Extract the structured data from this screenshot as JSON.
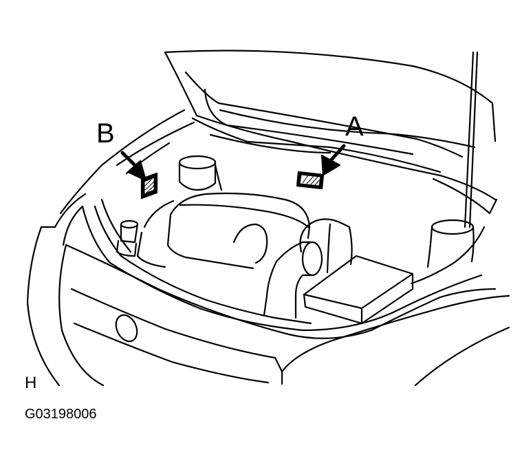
{
  "callouts": {
    "a": "A",
    "b": "B"
  },
  "view_marker": "H",
  "figure_code": "G03198006",
  "colors": {
    "ink": "#000000",
    "paper": "#ffffff"
  }
}
